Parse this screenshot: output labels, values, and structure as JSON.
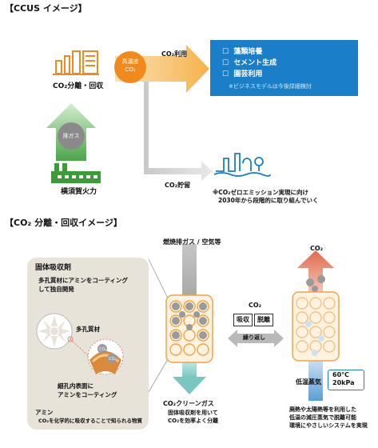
{
  "section1": {
    "title": "【CCUS イメージ】",
    "capture_label": "CO₂分離・回収",
    "high_conc_label": [
      "高濃度",
      "CO₂"
    ],
    "exhaust_label": "排ガス",
    "plant_label": "横須賀火力",
    "use_label": "CO₂利用",
    "storage_label": "CO₂貯留",
    "uses": [
      "藻類培養",
      "セメント生成",
      "園芸利用"
    ],
    "note": "※ビジネスモデルは今後詳細検討",
    "storage_note": [
      "※CO₂ゼロエミッション実現に向け",
      "2030年から段階的に取り組んでいく"
    ]
  },
  "section2": {
    "title": "【CO₂ 分離・回収イメージ】",
    "box_title": "固体吸収剤",
    "box_desc": [
      "多孔質材にアミンをコーティング",
      "して独自開発"
    ],
    "porous_label": "多孔質材",
    "pore_label": [
      "細孔内表面に",
      "アミンをコーティング"
    ],
    "amine_title": "アミン",
    "amine_desc": "CO₂を化学的に吸収することで知られる物質",
    "flue_label": "燃焼排ガス / 空気等",
    "co2_mid": "CO₂",
    "absorb_label": "吸収",
    "desorb_label": "脱離",
    "repeat_label": "繰り返し",
    "co2_top": "CO₂",
    "clean_label": "CO₂クリーンガス",
    "clean_desc": [
      "固体吸収剤を用いて",
      "CO₂を効率よく分離"
    ],
    "steam_label": "低温蒸気",
    "temp_label": [
      "60℃",
      "20kPa"
    ],
    "waste_desc": [
      "廃熱や太陽熱等を利用した",
      "低温の減圧蒸気で脱離可能",
      "環境にやさしいシステムを実現"
    ],
    "co2_token": "CO₂"
  },
  "colors": {
    "orange": "#f08a1c",
    "blue": "#1a7fc8",
    "green": "#3e9b3a",
    "gray": "#8a8a8a",
    "panel": "#e8e3d9",
    "teal": "#79c7c0",
    "red": "#e06a4e"
  }
}
